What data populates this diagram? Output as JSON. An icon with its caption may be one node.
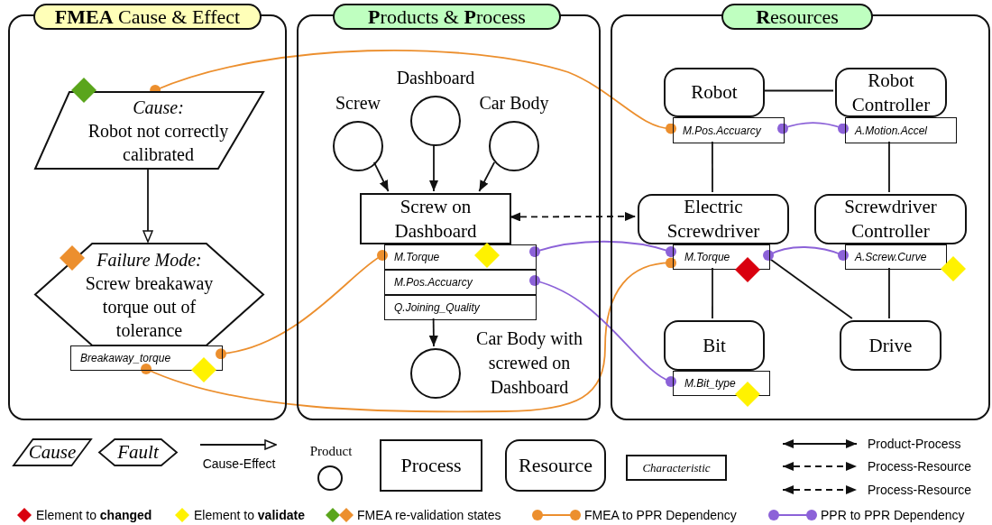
{
  "diagram": {
    "nodes": [
      {
        "text": [
          "**FMEA** Cause & Effect"
        ]
      },
      {
        "text": [
          "Cause:",
          "Robot not correctly calibrated"
        ],
        "in": 0
      },
      {
        "text": [
          "Failure Mode:",
          "Screw breakaway torque out of tolerance"
        ],
        "in": 0
      },
      {
        "text": [
          "Breakaway_torque"
        ],
        "in": 0
      },
      {
        "text": [
          "**P**roducts & **P**rocess"
        ]
      },
      {
        "text": [
          "Screw"
        ],
        "in": 4
      },
      {
        "text": [
          "Dashboard"
        ],
        "in": 4
      },
      {
        "text": [
          "Car Body"
        ],
        "in": 4
      },
      {
        "text": [
          "Screw on Dashboard"
        ],
        "in": 4
      },
      {
        "text": [
          "M.Torque"
        ],
        "in": 4
      },
      {
        "text": [
          "M.Pos.Accuarcy"
        ],
        "in": 4
      },
      {
        "text": [
          "Q.Joining_Quality"
        ],
        "in": 4
      },
      {
        "text": [
          "Car Body with screwed on Dashboard"
        ],
        "in": 4
      },
      {
        "text": [
          "**R**esources"
        ]
      },
      {
        "text": [
          "Robot"
        ],
        "in": 13
      },
      {
        "text": [
          "M.Pos.Accuarcy"
        ],
        "in": 13
      },
      {
        "text": [
          "Robot Controller"
        ],
        "in": 13
      },
      {
        "text": [
          "A.Motion.Accel"
        ],
        "in": 13
      },
      {
        "text": [
          "Electric Screwdriver"
        ],
        "in": 13
      },
      {
        "text": [
          "M.Torque"
        ],
        "in": 13
      },
      {
        "text": [
          "Screwdriver Controller"
        ],
        "in": 13
      },
      {
        "text": [
          "A.Screw.Curve"
        ],
        "in": 13
      },
      {
        "text": [
          "Bit"
        ],
        "in": 13
      },
      {
        "text": [
          "M.Bit_type"
        ],
        "in": 13
      },
      {
        "text": [
          "Drive"
        ],
        "in": 13
      }
    ],
    "edges": [
      {
        "from": 1,
        "to": 2,
        "arrow": "to"
      },
      {
        "from": 5,
        "to": 8,
        "arrow": "to"
      },
      {
        "from": 6,
        "to": 8,
        "arrow": "to"
      },
      {
        "from": 7,
        "to": 8,
        "arrow": "to"
      },
      {
        "from": 11,
        "to": 12,
        "arrow": "to"
      },
      {
        "from": 8,
        "to": 18,
        "arrow": "both",
        "style": "dashed"
      },
      {
        "from": 14,
        "to": 16,
        "arrow": "none"
      },
      {
        "from": 15,
        "to": 18,
        "arrow": "none"
      },
      {
        "from": 17,
        "to": 20,
        "arrow": "none"
      },
      {
        "from": 19,
        "to": 22,
        "arrow": "none"
      },
      {
        "from": 19,
        "to": 24,
        "arrow": "none"
      },
      {
        "from": 21,
        "to": 24,
        "arrow": "none"
      },
      {
        "from": 1,
        "to": 15,
        "arrow": "other",
        "color": "#ec8f2e"
      },
      {
        "from": 3,
        "to": 9,
        "arrow": "other",
        "color": "#ec8f2e"
      },
      {
        "from": 3,
        "to": 19,
        "arrow": "other",
        "color": "#ec8f2e"
      },
      {
        "from": 9,
        "to": 19,
        "arrow": "other",
        "color": "#8c62d8"
      },
      {
        "from": 10,
        "to": 23,
        "arrow": "other",
        "color": "#8c62d8"
      },
      {
        "from": 15,
        "to": 17,
        "arrow": "other",
        "color": "#8c62d8"
      },
      {
        "from": 19,
        "to": 21,
        "arrow": "other",
        "color": "#8c62d8"
      }
    ],
    "legend": [
      {
        "text": "Cause"
      },
      {
        "text": "Fault"
      },
      {
        "text": "Cause-Effect"
      },
      {
        "text": "Product"
      },
      {
        "text": "Process"
      },
      {
        "text": "Resource"
      },
      {
        "text": "Characteristic"
      },
      {
        "text": "Product-Process"
      },
      {
        "text": "Process-Resource"
      },
      {
        "text": "Process-Resource"
      },
      {
        "text": "Element to **changed**",
        "color": "#d9000f"
      },
      {
        "text": "Element to **validate**",
        "color": "#fff200"
      },
      {
        "text": "FMEA re-validation states"
      },
      {
        "text": "FMEA to PPR Dependency"
      },
      {
        "text": "PPR to PPR Dependency"
      }
    ]
  }
}
